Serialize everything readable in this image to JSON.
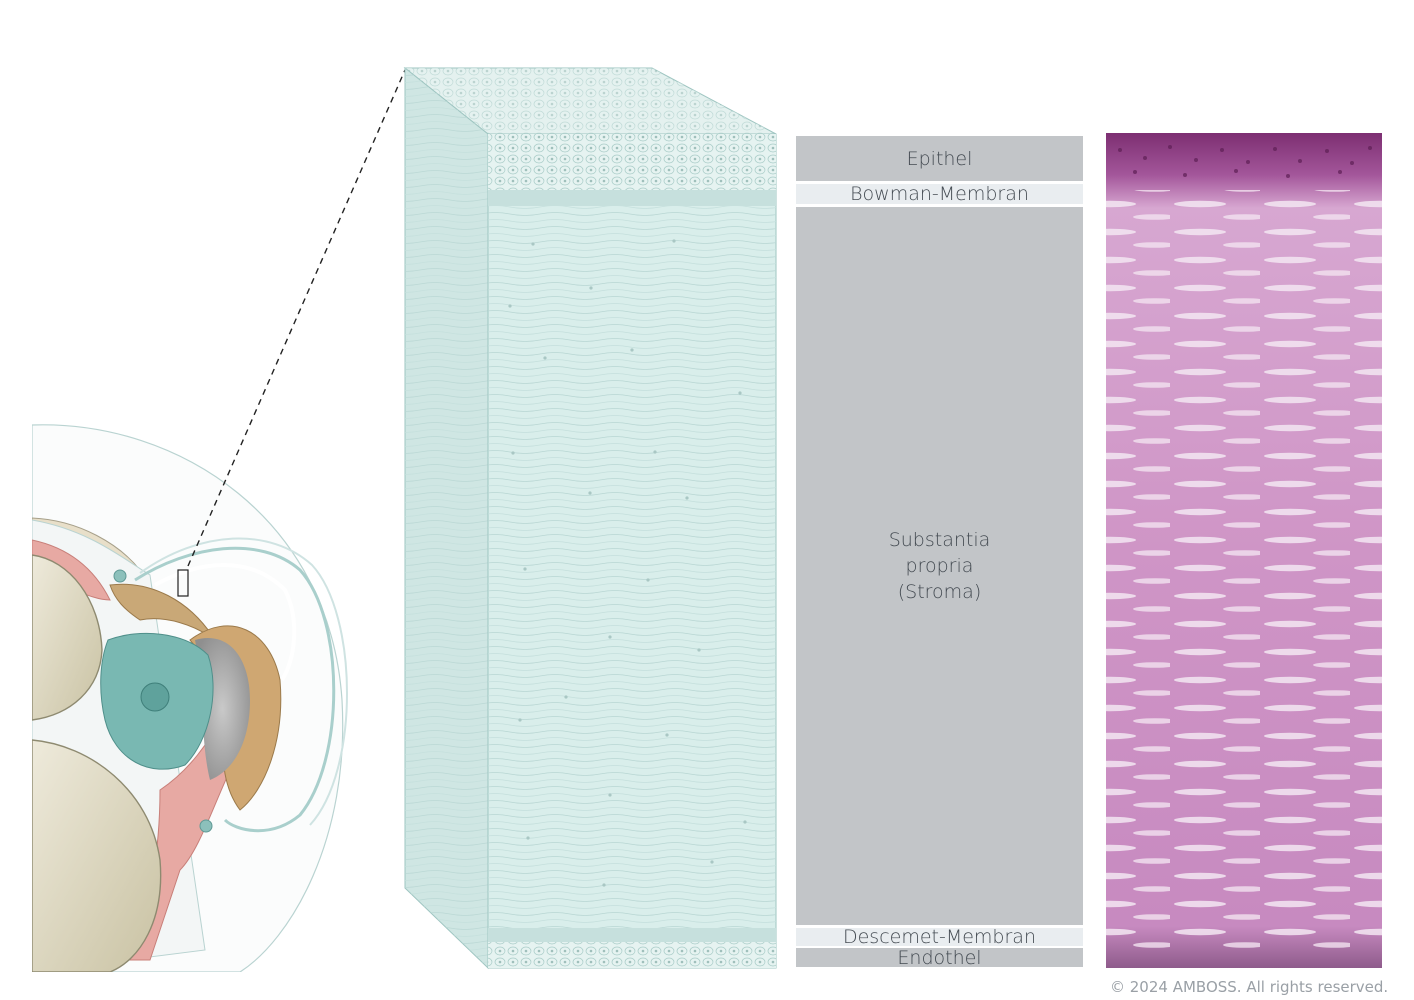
{
  "layers": {
    "epithel": "Epithel",
    "bowman": "Bowman-Membran",
    "stroma": "Substantia\npropria\n(Stroma)",
    "descemet": "Descemet-Membran",
    "endothel": "Endothel"
  },
  "copyright": "© 2024 AMBOSS. All rights reserved.",
  "colors": {
    "layer_gray": "#c2c5c8",
    "layer_light": "#e9edf0",
    "tissue_block": "#d7ecea",
    "histology_pink": "#c98bc0",
    "histology_epithel": "#8a3a7d"
  }
}
